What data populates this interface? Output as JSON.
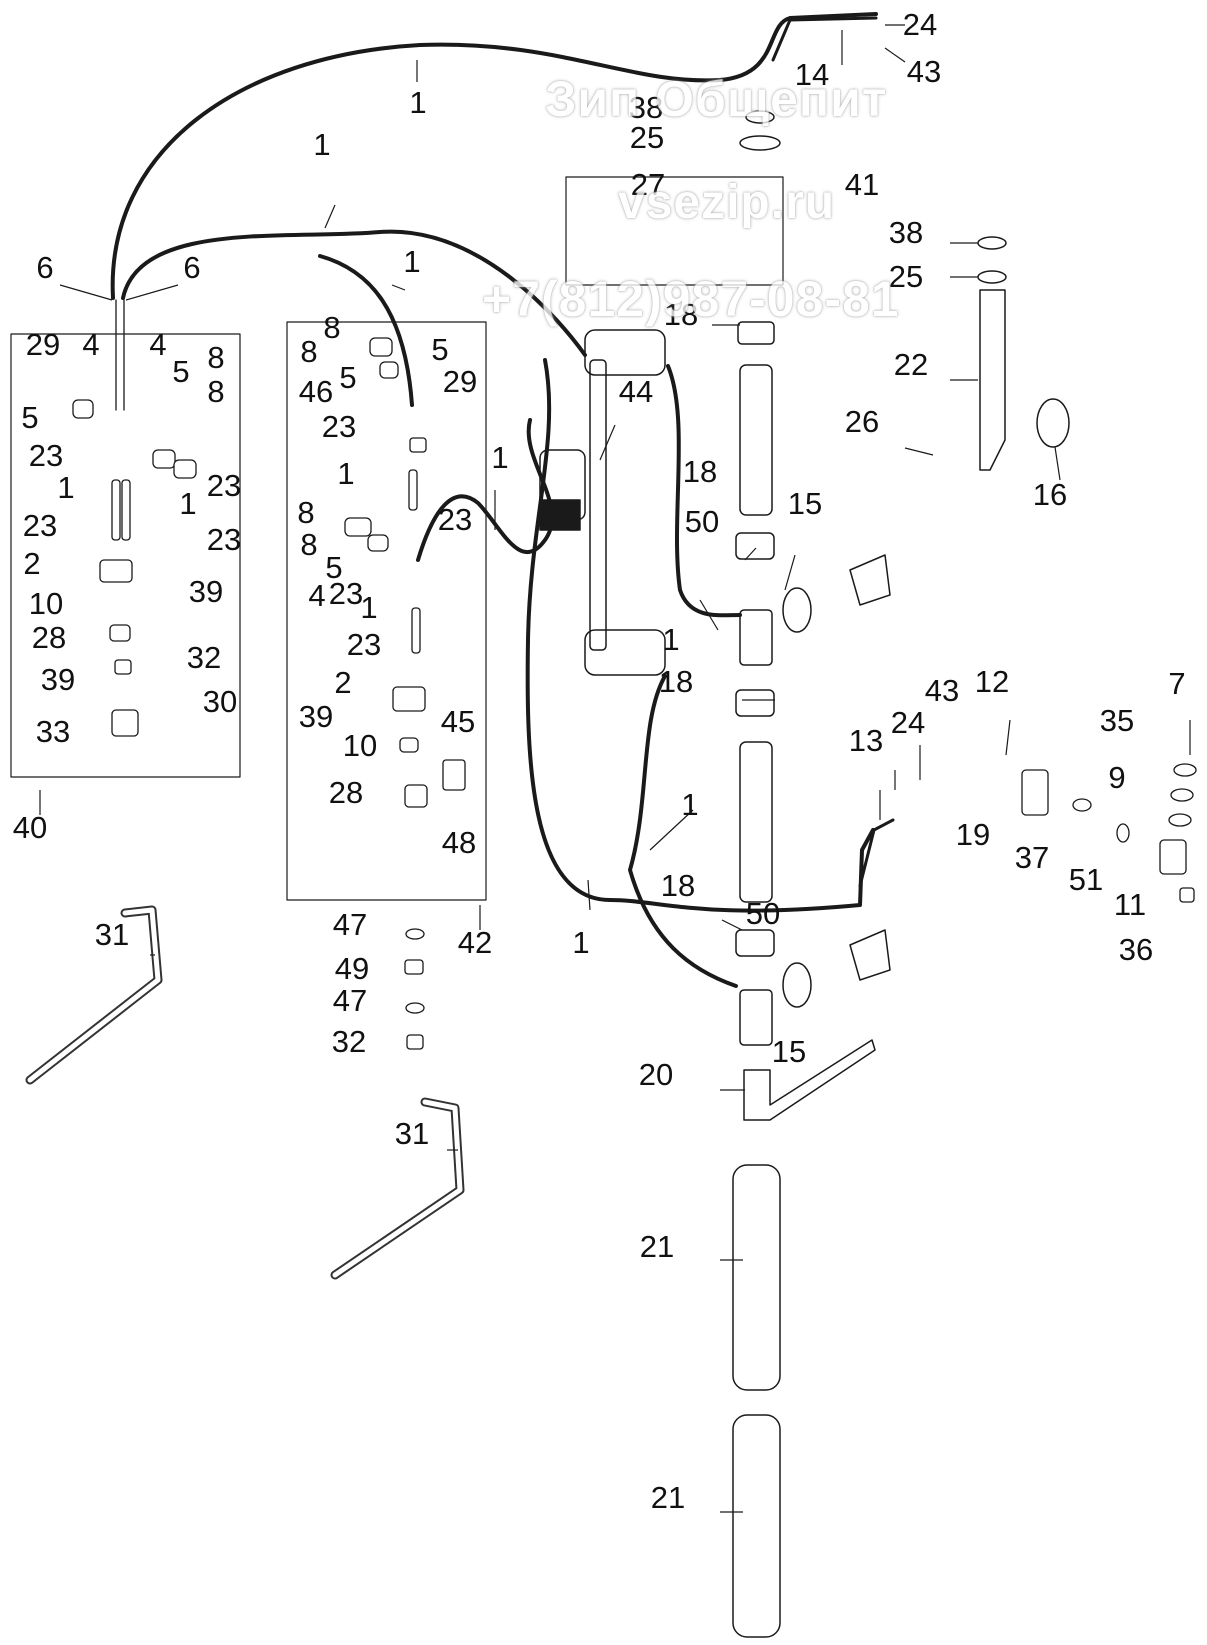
{
  "watermark": {
    "title": "Зип Общепит",
    "site": "vsezip.ru",
    "phone": "+7(812)987-08-81"
  },
  "callouts": [
    {
      "text": "24"
    },
    {
      "text": "43"
    },
    {
      "text": "14"
    },
    {
      "text": "1"
    },
    {
      "text": "38"
    },
    {
      "text": "25"
    },
    {
      "text": "1"
    },
    {
      "text": "27"
    },
    {
      "text": "41"
    },
    {
      "text": "38"
    },
    {
      "text": "25"
    },
    {
      "text": "6"
    },
    {
      "text": "6"
    },
    {
      "text": "1"
    },
    {
      "text": "18"
    },
    {
      "text": "29"
    },
    {
      "text": "4"
    },
    {
      "text": "4"
    },
    {
      "text": "5"
    },
    {
      "text": "8"
    },
    {
      "text": "8"
    },
    {
      "text": "8"
    },
    {
      "text": "8"
    },
    {
      "text": "5"
    },
    {
      "text": "5"
    },
    {
      "text": "46"
    },
    {
      "text": "29"
    },
    {
      "text": "44"
    },
    {
      "text": "22"
    },
    {
      "text": "5"
    },
    {
      "text": "23"
    },
    {
      "text": "26"
    },
    {
      "text": "23"
    },
    {
      "text": "23"
    },
    {
      "text": "1"
    },
    {
      "text": "18"
    },
    {
      "text": "16"
    },
    {
      "text": "1"
    },
    {
      "text": "1"
    },
    {
      "text": "1"
    },
    {
      "text": "23"
    },
    {
      "text": "15"
    },
    {
      "text": "23"
    },
    {
      "text": "23"
    },
    {
      "text": "8"
    },
    {
      "text": "50"
    },
    {
      "text": "23"
    },
    {
      "text": "8"
    },
    {
      "text": "2"
    },
    {
      "text": "5"
    },
    {
      "text": "4"
    },
    {
      "text": "10"
    },
    {
      "text": "39"
    },
    {
      "text": "1"
    },
    {
      "text": "28"
    },
    {
      "text": "32"
    },
    {
      "text": "1"
    },
    {
      "text": "23"
    },
    {
      "text": "39"
    },
    {
      "text": "30"
    },
    {
      "text": "2"
    },
    {
      "text": "18"
    },
    {
      "text": "12"
    },
    {
      "text": "43"
    },
    {
      "text": "7"
    },
    {
      "text": "33"
    },
    {
      "text": "39"
    },
    {
      "text": "45"
    },
    {
      "text": "24"
    },
    {
      "text": "35"
    },
    {
      "text": "10"
    },
    {
      "text": "13"
    },
    {
      "text": "9"
    },
    {
      "text": "40"
    },
    {
      "text": "28"
    },
    {
      "text": "1"
    },
    {
      "text": "19"
    },
    {
      "text": "48"
    },
    {
      "text": "37"
    },
    {
      "text": "51"
    },
    {
      "text": "18"
    },
    {
      "text": "11"
    },
    {
      "text": "50"
    },
    {
      "text": "31"
    },
    {
      "text": "47"
    },
    {
      "text": "42"
    },
    {
      "text": "1"
    },
    {
      "text": "36"
    },
    {
      "text": "49"
    },
    {
      "text": "47"
    },
    {
      "text": "15"
    },
    {
      "text": "32"
    },
    {
      "text": "20"
    },
    {
      "text": "31"
    },
    {
      "text": "21"
    },
    {
      "text": "21"
    }
  ]
}
